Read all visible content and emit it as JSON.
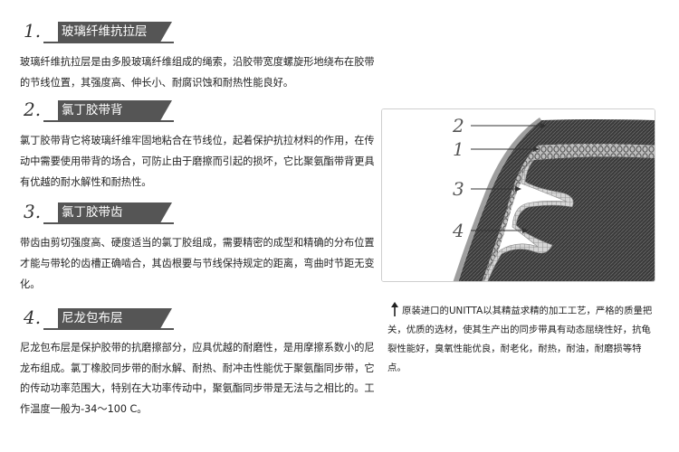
{
  "sections": [
    {
      "number": "1.",
      "title": "玻璃纤维抗拉层",
      "text": "玻璃纤维抗拉层是由多股玻璃纤维组成的绳索，沿胶带宽度螺旋形地绕布在胶带的节线位置，其强度高、伸长小、耐腐识蚀和耐热性能良好。"
    },
    {
      "number": "2.",
      "title": "氯丁胶带背",
      "text": "氯丁胶带背它将玻璃纤维牢固地粘合在节线位，起着保护抗拉材料的作用，在传动中需要使用带背的场合，可防止由于磨擦而引起的损坏，它比聚氨酯带背更具有优越的耐水解性和耐热性。"
    },
    {
      "number": "3.",
      "title": "氯丁胶带齿",
      "text": "带齿由剪切强度高、硬度适当的氯丁胶组成，需要精密的成型和精确的分布位置才能与带轮的齿槽正确啮合，其齿根要与节线保持规定的距离，弯曲时节距无变化。"
    },
    {
      "number": "4.",
      "title": "尼龙包布层",
      "text": "尼龙包布层是保护胶带的抗磨擦部分，应具优越的耐磨性，是用摩擦系数小的尼龙布组成。氯丁橡胶同步带的耐水解、耐热、耐冲击性能优于聚氨酯同步带，它的传动功率范围大，特别在大功率传动中，聚氨酯同步带是无法与之相比的。工作温度一般为-34～100 C。"
    }
  ],
  "figure": {
    "labels": [
      "2",
      "1",
      "3",
      "4"
    ]
  },
  "caption": "原装进口的UNITTA以其精益求精的加工工艺，严格的质量把关，优质的选材，使其生产出的同步带具有动态屈绕性好，抗龟裂性能好，臭氧性能优良，耐老化，耐热，耐油，耐磨损等特点。"
}
